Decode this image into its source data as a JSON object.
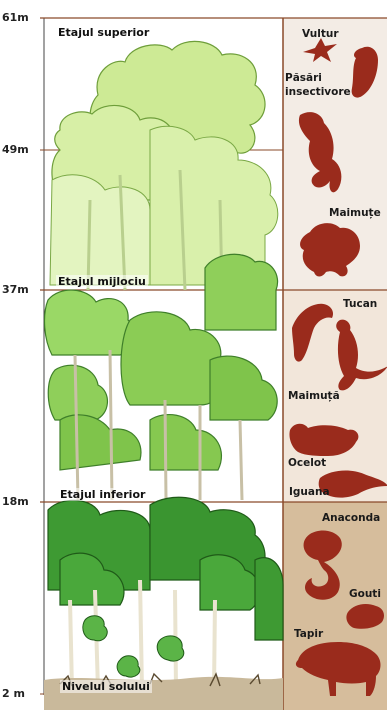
{
  "axis": {
    "ticks": [
      "61m",
      "49m",
      "37m",
      "18m",
      "2 m"
    ]
  },
  "layers": [
    {
      "label": "Etajul superior"
    },
    {
      "label": "Etajul mijlociu"
    },
    {
      "label": "Etajul inferior"
    },
    {
      "label": "Nivelul solului"
    }
  ],
  "animals": [
    {
      "label": "Vultur"
    },
    {
      "label": "Păsări"
    },
    {
      "label": "insectivore"
    },
    {
      "label": "Maimuțe"
    },
    {
      "label": "Tucan"
    },
    {
      "label": "Maimuță"
    },
    {
      "label": "Ocelot"
    },
    {
      "label": "Iguana"
    },
    {
      "label": "Anaconda"
    },
    {
      "label": "Gouti"
    },
    {
      "label": "Tapir"
    }
  ],
  "colors": {
    "panel_top": "#f3ece5",
    "panel_mid": "#f2e6da",
    "panel_low": "#d6bd9c",
    "silhouette": "#9a2b1c",
    "line": "#8a4a2a",
    "canopy_light": "#cdea95",
    "canopy_mid": "#8fcf5a",
    "canopy_dark": "#3e9a33"
  }
}
